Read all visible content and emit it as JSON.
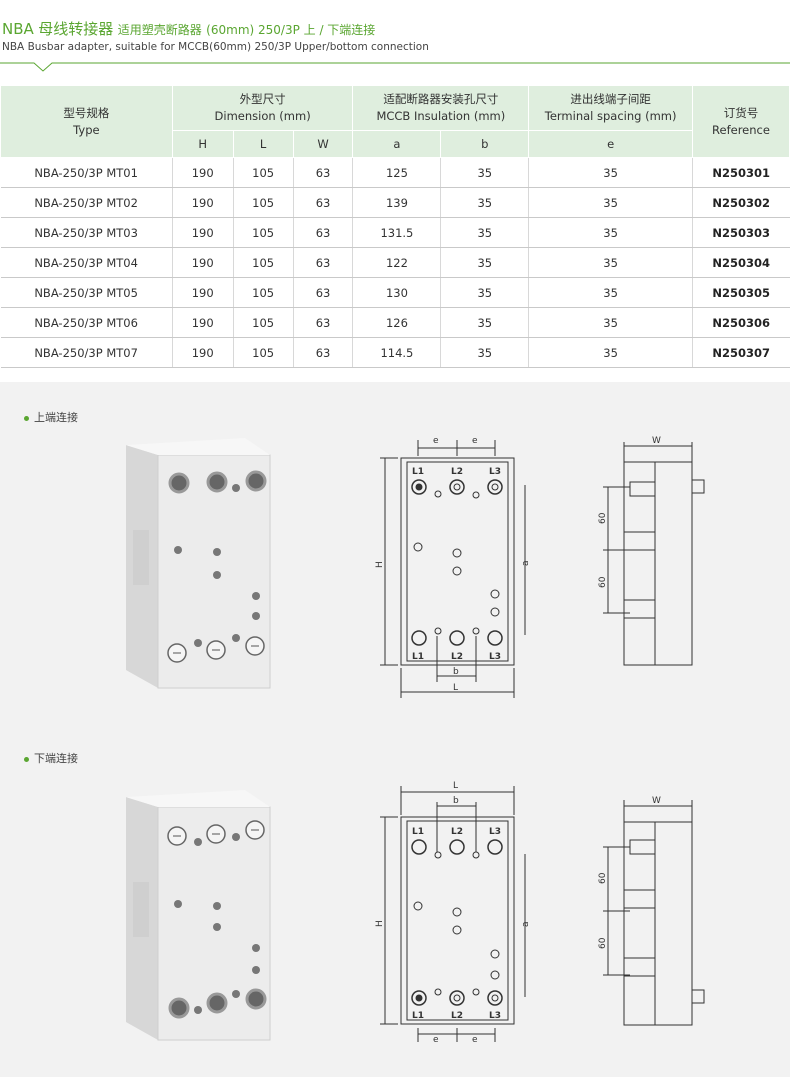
{
  "header": {
    "title_model": "NBA",
    "title_cn_main": "母线转接器",
    "title_cn_desc": "适用塑壳断路器",
    "title_spec": "(60mm) 250/3P 上 / 下端连接",
    "subtitle": "NBA Busbar adapter, suitable for MCCB(60mm) 250/3P Upper/bottom connection"
  },
  "table": {
    "col_type_cn": "型号规格",
    "col_type_en": "Type",
    "col_dim_cn": "外型尺寸",
    "col_dim_en": "Dimension (mm)",
    "col_mccb_cn": "适配断路器安装孔尺寸",
    "col_mccb_en": "MCCB Insulation (mm)",
    "col_term_cn": "进出线端子间距",
    "col_term_en": "Terminal spacing (mm)",
    "col_ref_cn": "订货号",
    "col_ref_en": "Reference",
    "sub_h": "H",
    "sub_l": "L",
    "sub_w": "W",
    "sub_a": "a",
    "sub_b": "b",
    "sub_e": "e",
    "rows": [
      {
        "type": "NBA-250/3P MT01",
        "h": "190",
        "l": "105",
        "w": "63",
        "a": "125",
        "b": "35",
        "e": "35",
        "ref": "N250301"
      },
      {
        "type": "NBA-250/3P MT02",
        "h": "190",
        "l": "105",
        "w": "63",
        "a": "139",
        "b": "35",
        "e": "35",
        "ref": "N250302"
      },
      {
        "type": "NBA-250/3P MT03",
        "h": "190",
        "l": "105",
        "w": "63",
        "a": "131.5",
        "b": "35",
        "e": "35",
        "ref": "N250303"
      },
      {
        "type": "NBA-250/3P MT04",
        "h": "190",
        "l": "105",
        "w": "63",
        "a": "122",
        "b": "35",
        "e": "35",
        "ref": "N250304"
      },
      {
        "type": "NBA-250/3P MT05",
        "h": "190",
        "l": "105",
        "w": "63",
        "a": "130",
        "b": "35",
        "e": "35",
        "ref": "N250305"
      },
      {
        "type": "NBA-250/3P MT06",
        "h": "190",
        "l": "105",
        "w": "63",
        "a": "126",
        "b": "35",
        "e": "35",
        "ref": "N250306"
      },
      {
        "type": "NBA-250/3P MT07",
        "h": "190",
        "l": "105",
        "w": "63",
        "a": "114.5",
        "b": "35",
        "e": "35",
        "ref": "N250307"
      }
    ]
  },
  "sections": {
    "upper_label": "上端连接",
    "lower_label": "下端连接"
  },
  "drawing": {
    "lbl_l1": "L1",
    "lbl_l2": "L2",
    "lbl_l3": "L3",
    "lbl_e": "e",
    "lbl_b": "b",
    "lbl_l": "L",
    "lbl_h": "H",
    "lbl_a": "a",
    "lbl_w": "W",
    "lbl_60": "60"
  },
  "colors": {
    "accent": "#5aa631",
    "header_bg": "#dfeede",
    "band_bg": "#f2f2f2"
  }
}
